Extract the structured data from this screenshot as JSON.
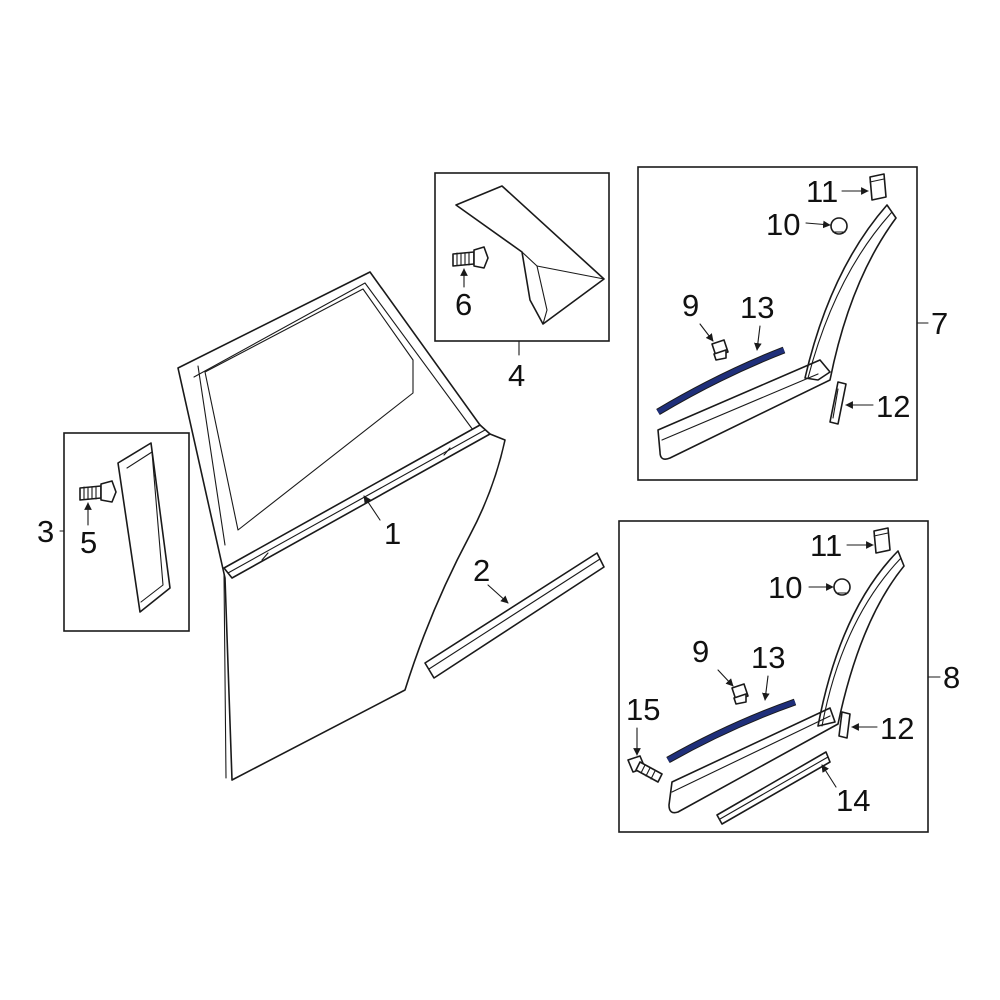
{
  "diagram": {
    "colors": {
      "line": "#1a1a1a",
      "weatherstrip": "#1f2f7a",
      "background": "#ffffff"
    },
    "callouts": {
      "c1": "1",
      "c2": "2",
      "c3": "3",
      "c4": "4",
      "c5": "5",
      "c6": "6",
      "c7": "7",
      "c8": "8",
      "c9a": "9",
      "c9b": "9",
      "c10a": "10",
      "c10b": "10",
      "c11a": "11",
      "c11b": "11",
      "c12a": "12",
      "c12b": "12",
      "c13a": "13",
      "c13b": "13",
      "c14": "14",
      "c15": "15"
    }
  }
}
